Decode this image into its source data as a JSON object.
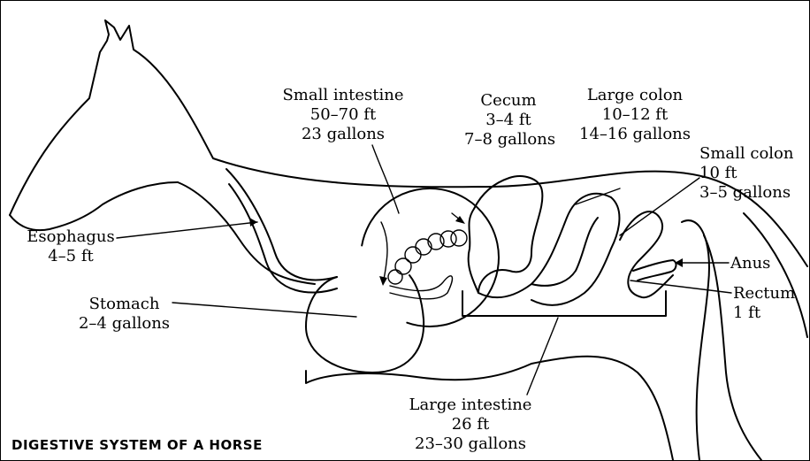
{
  "labels": {
    "small_intestine": {
      "name": "Small intestine",
      "length": "50–70 ft",
      "volume": "23 gallons"
    },
    "cecum": {
      "name": "Cecum",
      "length": "3–4 ft",
      "volume": "7–8 gallons"
    },
    "large_colon": {
      "name": "Large colon",
      "length": "10–12 ft",
      "volume": "14–16 gallons"
    },
    "small_colon": {
      "name": "Small colon",
      "length": "10 ft",
      "volume": "3–5 gallons"
    },
    "esophagus": {
      "name": "Esophagus",
      "length": "4–5 ft"
    },
    "stomach": {
      "name": "Stomach",
      "volume": "2–4 gallons"
    },
    "anus": {
      "name": "Anus"
    },
    "rectum": {
      "name": "Rectum",
      "length": "1 ft"
    },
    "large_intestine": {
      "name": "Large intestine",
      "length": "26 ft",
      "volume": "23–30 gallons"
    }
  },
  "caption": "DIGESTIVE SYSTEM OF A HORSE"
}
